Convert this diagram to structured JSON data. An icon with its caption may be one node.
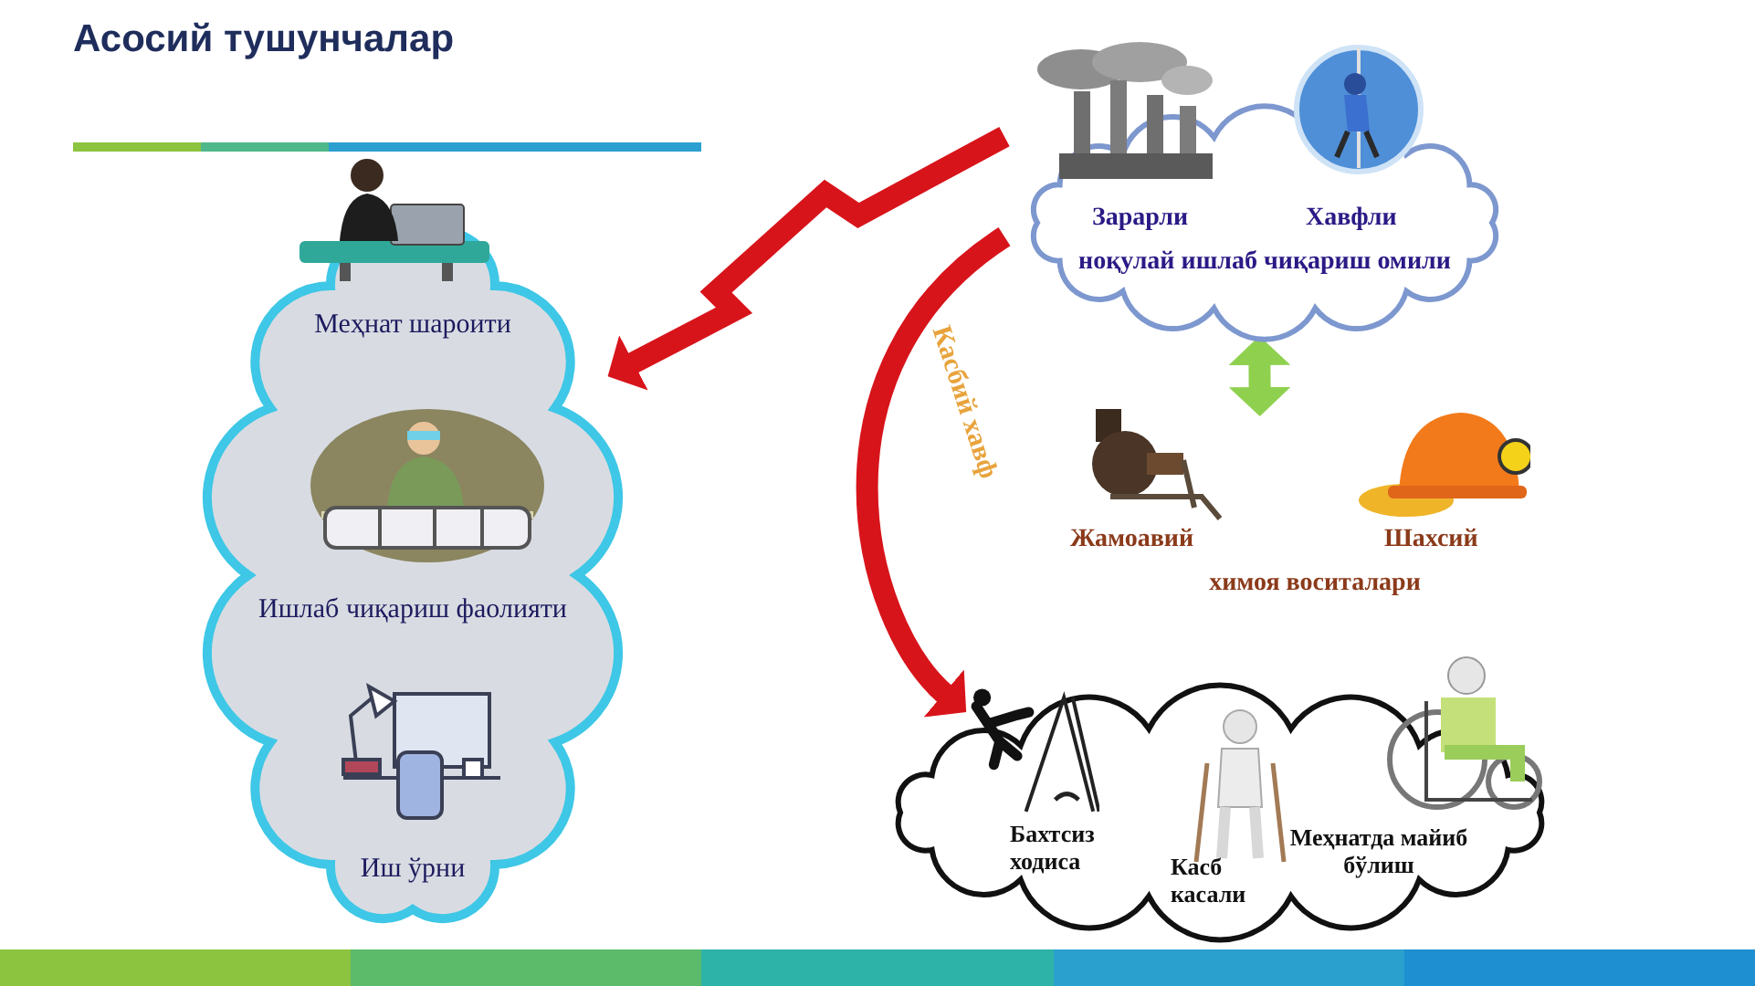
{
  "diagram": {
    "title": "Асосий тушунчалар",
    "nodes": [
      {
        "text": [
          "Меҳнат шароити",
          "Ишлаб чиқариш фаолияти",
          "Иш ўрни"
        ]
      },
      {
        "text": [
          "Зарарли",
          "Хавфли",
          "ноқулай ишлаб чиқариш омили"
        ]
      },
      {
        "text": [
          "Жамоавий",
          "Шахсий",
          "химоя воситалари"
        ]
      },
      {
        "text": [
          "Бахтсиз ходиса",
          "Касб касали",
          "Меҳнатда майиб бўлиш"
        ]
      }
    ],
    "edges": [
      {
        "from": 1,
        "to": 0,
        "arrow": "to"
      },
      {
        "from": 1,
        "to": 3,
        "arrow": "to",
        "label": "Касбий хавф"
      },
      {
        "from": 1,
        "to": 2,
        "arrow": "both",
        "color": "#8fd14f"
      }
    ]
  }
}
